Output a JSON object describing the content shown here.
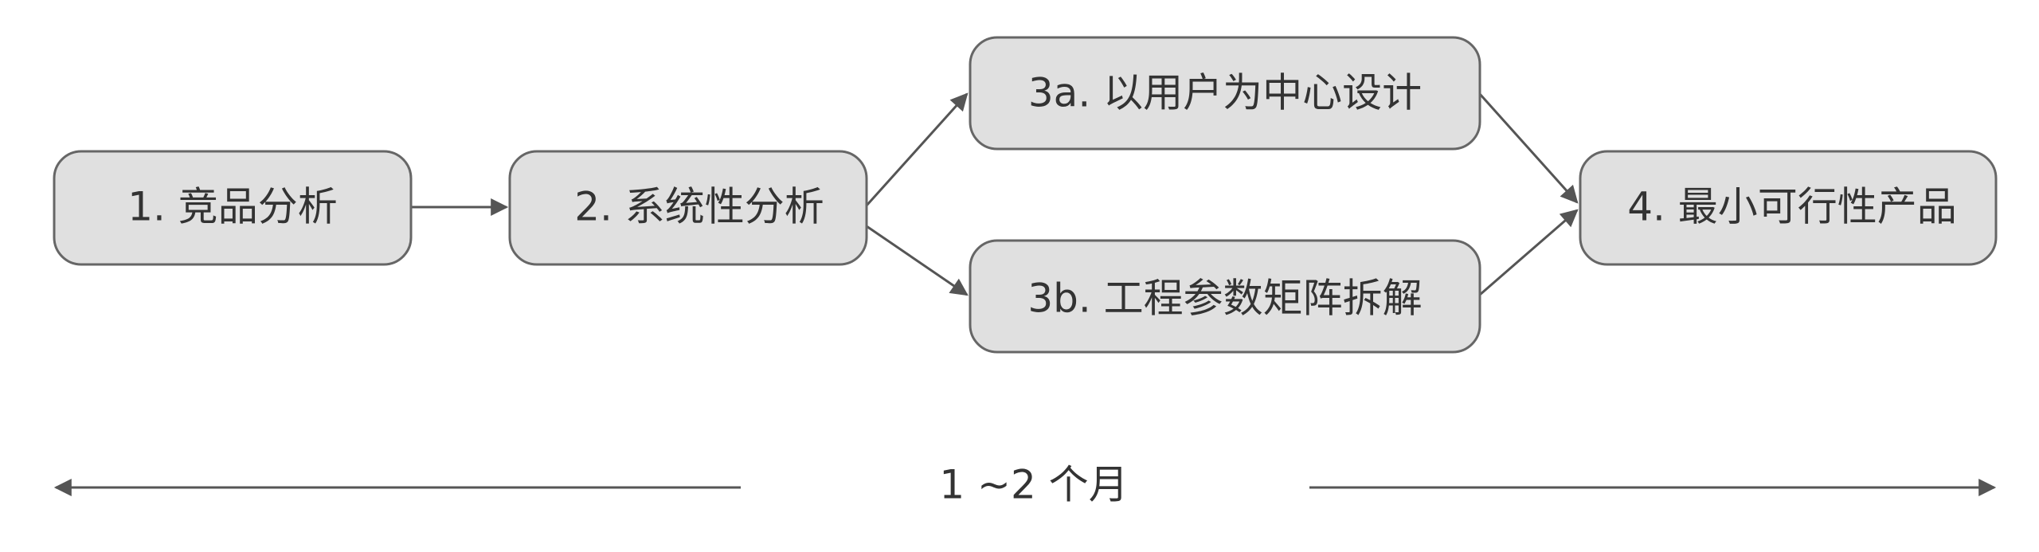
{
  "nodes": {
    "competitor_analysis": "1. 竞品分析",
    "systematic_analysis": "2. 系统性分析",
    "user_centered_design": "3a. 以用户为中心设计",
    "engineering_matrix": "3b. 工程参数矩阵拆解",
    "mvp": "4. 最小可行性产品"
  },
  "timeline": {
    "label": "1 ~2 个月"
  },
  "colors": {
    "node_fill": "#e0e0e0",
    "node_stroke": "#666666",
    "arrow": "#555555",
    "text": "#333333"
  }
}
